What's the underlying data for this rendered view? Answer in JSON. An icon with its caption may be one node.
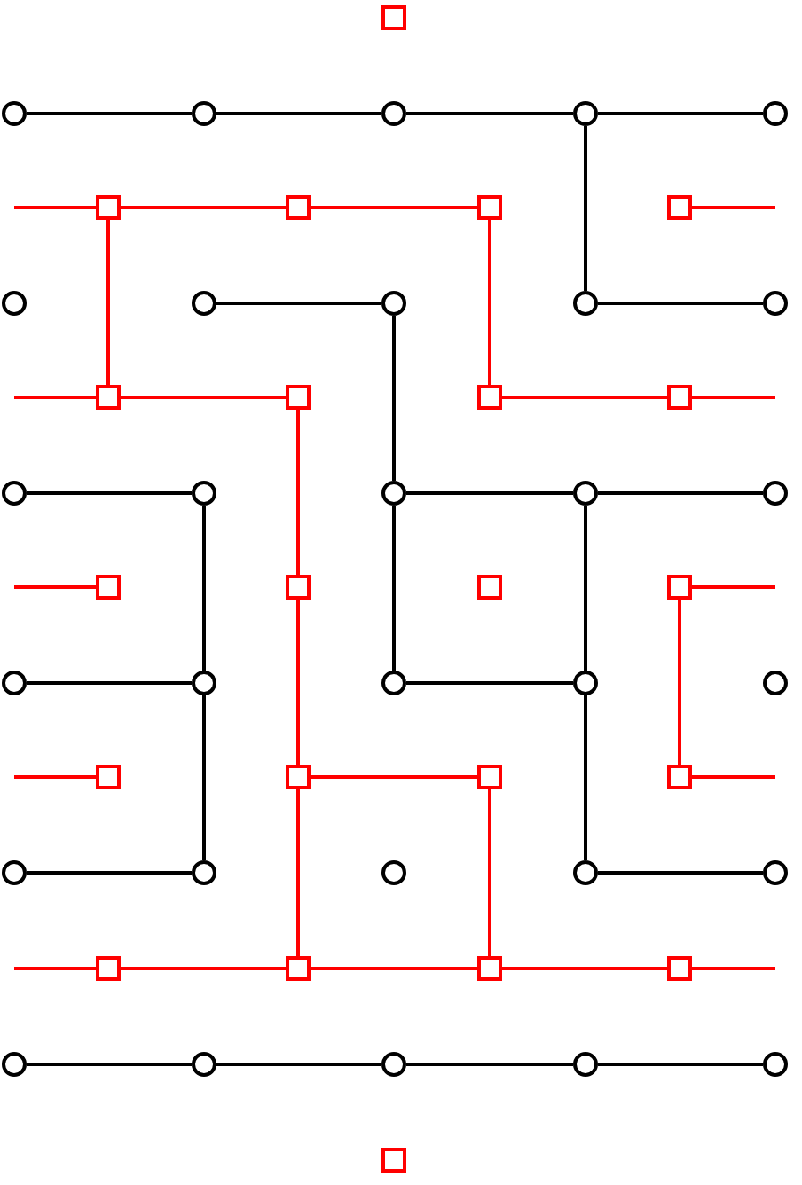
{
  "diagram": {
    "nodes": [
      {
        "text": [],
        "shape": "box"
      },
      {
        "text": [],
        "shape": "circle"
      },
      {
        "text": [],
        "shape": "circle"
      },
      {
        "text": [],
        "shape": "circle"
      },
      {
        "text": [],
        "shape": "circle"
      },
      {
        "text": [],
        "shape": "circle"
      },
      {
        "text": [],
        "shape": "box"
      },
      {
        "text": [],
        "shape": "box"
      },
      {
        "text": [],
        "shape": "box"
      },
      {
        "text": [],
        "shape": "box"
      },
      {
        "text": [],
        "shape": "circle"
      },
      {
        "text": [],
        "shape": "circle"
      },
      {
        "text": [],
        "shape": "circle"
      },
      {
        "text": [],
        "shape": "circle"
      },
      {
        "text": [],
        "shape": "circle"
      },
      {
        "text": [],
        "shape": "box"
      },
      {
        "text": [],
        "shape": "box"
      },
      {
        "text": [],
        "shape": "box"
      },
      {
        "text": [],
        "shape": "box"
      },
      {
        "text": [],
        "shape": "circle"
      },
      {
        "text": [],
        "shape": "circle"
      },
      {
        "text": [],
        "shape": "circle"
      },
      {
        "text": [],
        "shape": "circle"
      },
      {
        "text": [],
        "shape": "circle"
      },
      {
        "text": [],
        "shape": "box"
      },
      {
        "text": [],
        "shape": "box"
      },
      {
        "text": [],
        "shape": "box"
      },
      {
        "text": [],
        "shape": "box"
      },
      {
        "text": [],
        "shape": "circle"
      },
      {
        "text": [],
        "shape": "circle"
      },
      {
        "text": [],
        "shape": "circle"
      },
      {
        "text": [],
        "shape": "circle"
      },
      {
        "text": [],
        "shape": "circle"
      },
      {
        "text": [],
        "shape": "box"
      },
      {
        "text": [],
        "shape": "box"
      },
      {
        "text": [],
        "shape": "box"
      },
      {
        "text": [],
        "shape": "box"
      },
      {
        "text": [],
        "shape": "circle"
      },
      {
        "text": [],
        "shape": "circle"
      },
      {
        "text": [],
        "shape": "circle"
      },
      {
        "text": [],
        "shape": "circle"
      },
      {
        "text": [],
        "shape": "circle"
      },
      {
        "text": [],
        "shape": "box"
      },
      {
        "text": [],
        "shape": "box"
      },
      {
        "text": [],
        "shape": "box"
      },
      {
        "text": [],
        "shape": "box"
      },
      {
        "text": [],
        "shape": "circle"
      },
      {
        "text": [],
        "shape": "circle"
      },
      {
        "text": [],
        "shape": "circle"
      },
      {
        "text": [],
        "shape": "circle"
      },
      {
        "text": [],
        "shape": "circle"
      },
      {
        "text": [],
        "shape": "box"
      }
    ],
    "edges": [
      {
        "from": 1,
        "to": 2,
        "arrow": "none",
        "color": "#000000"
      },
      {
        "from": 2,
        "to": 3,
        "arrow": "none",
        "color": "#000000"
      },
      {
        "from": 3,
        "to": 4,
        "arrow": "none",
        "color": "#000000"
      },
      {
        "from": 4,
        "to": 5,
        "arrow": "none",
        "color": "#000000"
      },
      {
        "from": null,
        "to": 6,
        "arrow": "none"
      },
      {
        "from": 6,
        "to": 7,
        "arrow": "none"
      },
      {
        "from": 7,
        "to": 8,
        "arrow": "none"
      },
      {
        "from": 9,
        "to": null,
        "arrow": "none"
      },
      {
        "from": 4,
        "to": 13,
        "arrow": "none",
        "color": "#000000"
      },
      {
        "from": 6,
        "to": 15,
        "arrow": "none"
      },
      {
        "from": 8,
        "to": 17,
        "arrow": "none"
      },
      {
        "from": 11,
        "to": 12,
        "arrow": "none",
        "color": "#000000"
      },
      {
        "from": 13,
        "to": 14,
        "arrow": "none",
        "color": "#000000"
      },
      {
        "from": 12,
        "to": 21,
        "arrow": "none",
        "color": "#000000"
      },
      {
        "from": null,
        "to": 15,
        "arrow": "none"
      },
      {
        "from": 15,
        "to": 16,
        "arrow": "none"
      },
      {
        "from": 17,
        "to": 18,
        "arrow": "none"
      },
      {
        "from": 18,
        "to": null,
        "arrow": "none"
      },
      {
        "from": 16,
        "to": 25,
        "arrow": "none"
      },
      {
        "from": 19,
        "to": 20,
        "arrow": "none",
        "color": "#000000"
      },
      {
        "from": 21,
        "to": 22,
        "arrow": "none",
        "color": "#000000"
      },
      {
        "from": 22,
        "to": 23,
        "arrow": "none",
        "color": "#000000"
      },
      {
        "from": 20,
        "to": 29,
        "arrow": "none",
        "color": "#000000"
      },
      {
        "from": 21,
        "to": 30,
        "arrow": "none",
        "color": "#000000"
      },
      {
        "from": 22,
        "to": 31,
        "arrow": "none",
        "color": "#000000"
      },
      {
        "from": null,
        "to": 24,
        "arrow": "none"
      },
      {
        "from": 27,
        "to": null,
        "arrow": "none"
      },
      {
        "from": 25,
        "to": 34,
        "arrow": "none"
      },
      {
        "from": 27,
        "to": 36,
        "arrow": "none"
      },
      {
        "from": 28,
        "to": 29,
        "arrow": "none",
        "color": "#000000"
      },
      {
        "from": 30,
        "to": 31,
        "arrow": "none",
        "color": "#000000"
      },
      {
        "from": 29,
        "to": 38,
        "arrow": "none",
        "color": "#000000"
      },
      {
        "from": 31,
        "to": 40,
        "arrow": "none",
        "color": "#000000"
      },
      {
        "from": null,
        "to": 33,
        "arrow": "none"
      },
      {
        "from": 34,
        "to": 35,
        "arrow": "none"
      },
      {
        "from": 36,
        "to": null,
        "arrow": "none"
      },
      {
        "from": 34,
        "to": 43,
        "arrow": "none"
      },
      {
        "from": 35,
        "to": 44,
        "arrow": "none"
      },
      {
        "from": 37,
        "to": 38,
        "arrow": "none",
        "color": "#000000"
      },
      {
        "from": 40,
        "to": 41,
        "arrow": "none",
        "color": "#000000"
      },
      {
        "from": null,
        "to": 42,
        "arrow": "none"
      },
      {
        "from": 42,
        "to": 43,
        "arrow": "none"
      },
      {
        "from": 43,
        "to": 44,
        "arrow": "none"
      },
      {
        "from": 44,
        "to": 45,
        "arrow": "none"
      },
      {
        "from": 45,
        "to": null,
        "arrow": "none"
      },
      {
        "from": 46,
        "to": 47,
        "arrow": "none",
        "color": "#000000"
      },
      {
        "from": 47,
        "to": 48,
        "arrow": "none",
        "color": "#000000"
      },
      {
        "from": 48,
        "to": 49,
        "arrow": "none",
        "color": "#000000"
      },
      {
        "from": 49,
        "to": 50,
        "arrow": "none",
        "color": "#000000"
      }
    ]
  }
}
